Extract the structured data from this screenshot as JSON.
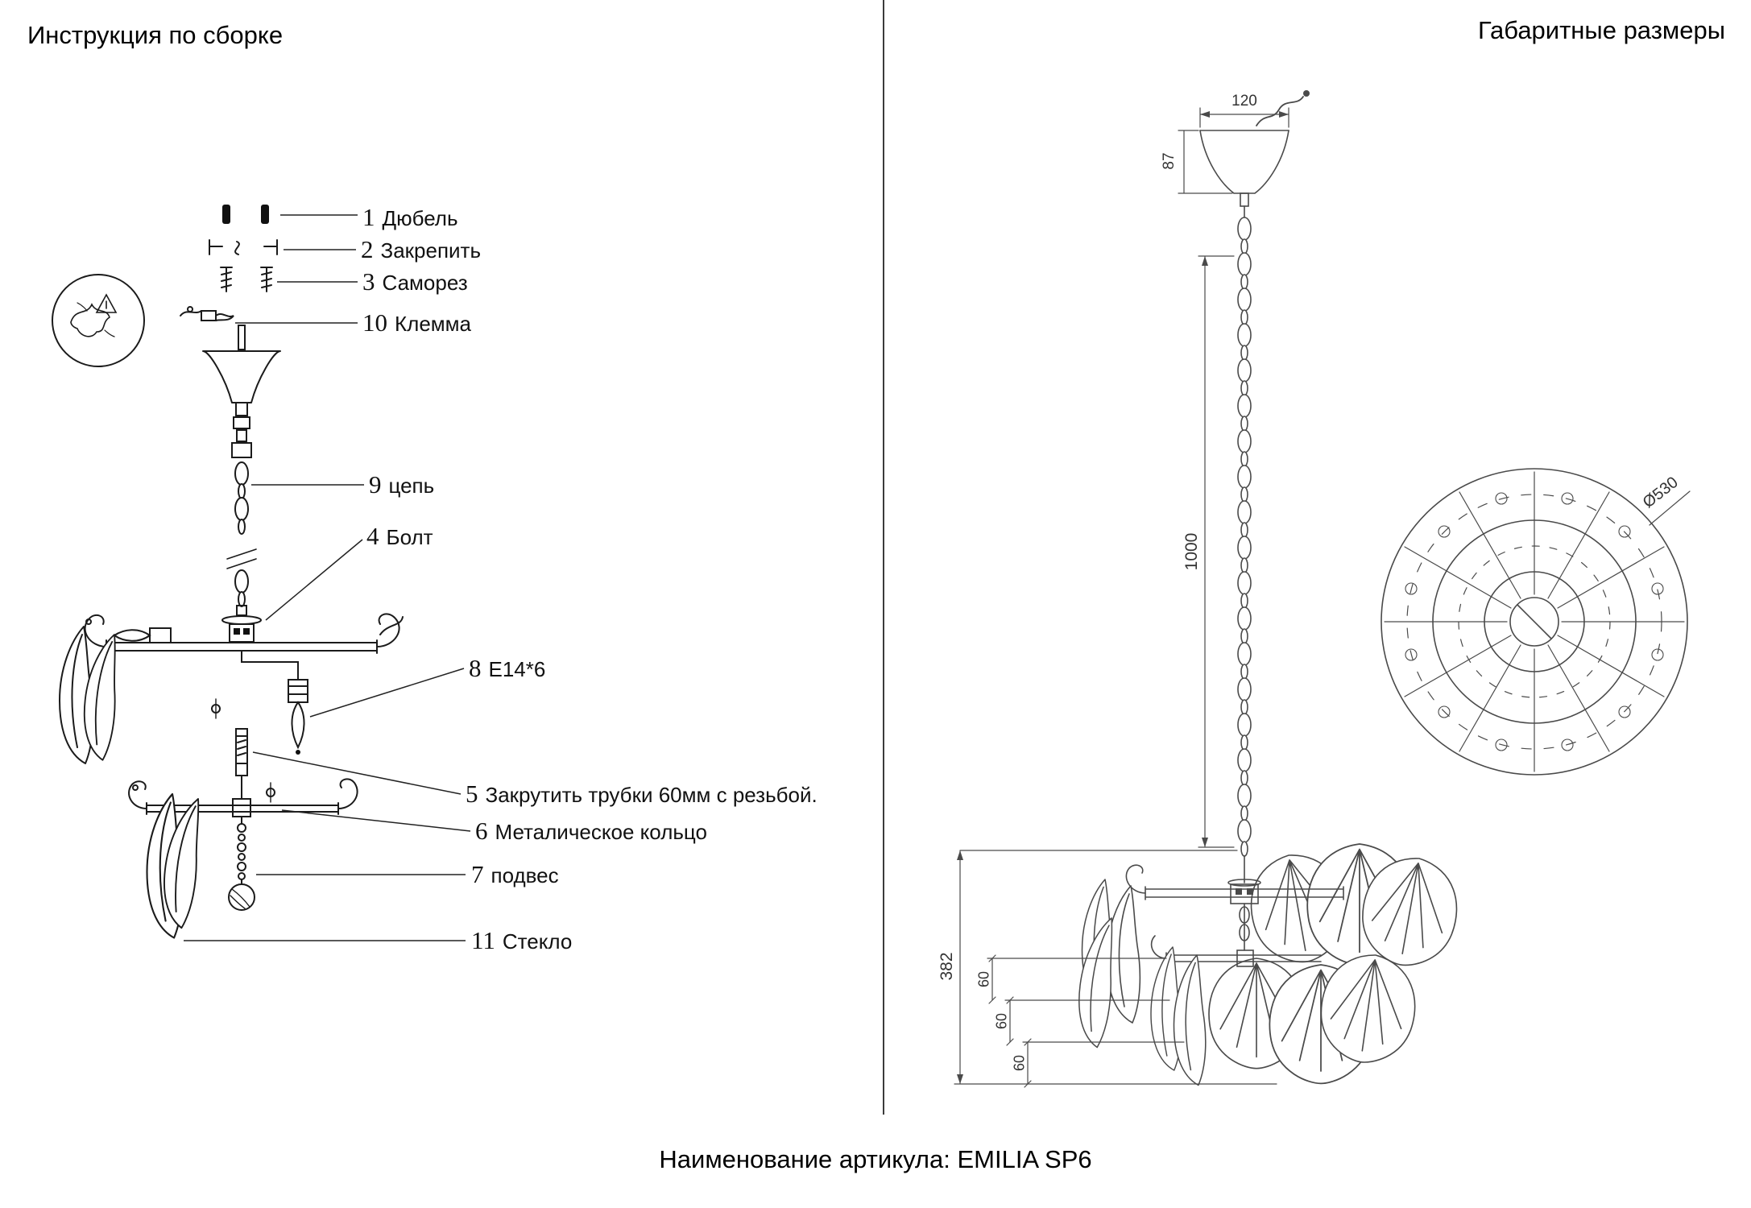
{
  "page": {
    "left_title": "Инструкция по сборке",
    "right_title": "Габаритные размеры",
    "caption": "Наименование артикула: EMILIA SP6"
  },
  "parts": [
    {
      "num": "1",
      "label": "Дюбель"
    },
    {
      "num": "2",
      "label": "Закрепить"
    },
    {
      "num": "3",
      "label": "Саморез"
    },
    {
      "num": "10",
      "label": "Клемма"
    },
    {
      "num": "9",
      "label": "цепь"
    },
    {
      "num": "4",
      "label": "Болт"
    },
    {
      "num": "8",
      "label": "E14*6"
    },
    {
      "num": "5",
      "label": "Закрутить трубки 60мм с резьбой."
    },
    {
      "num": "6",
      "label": "Металическое кольцо"
    },
    {
      "num": "7",
      "label": "подвес"
    },
    {
      "num": "11",
      "label": "Стекло"
    }
  ],
  "dimensions": {
    "canopy_width": "120",
    "canopy_height": "87",
    "chain_length": "1000",
    "body_height": "382",
    "tier_spacing": [
      "60",
      "60",
      "60"
    ],
    "diameter": "Ø530"
  },
  "colors": {
    "line_dark": "#1b1b1b",
    "line_gray": "#4a4a4a"
  }
}
